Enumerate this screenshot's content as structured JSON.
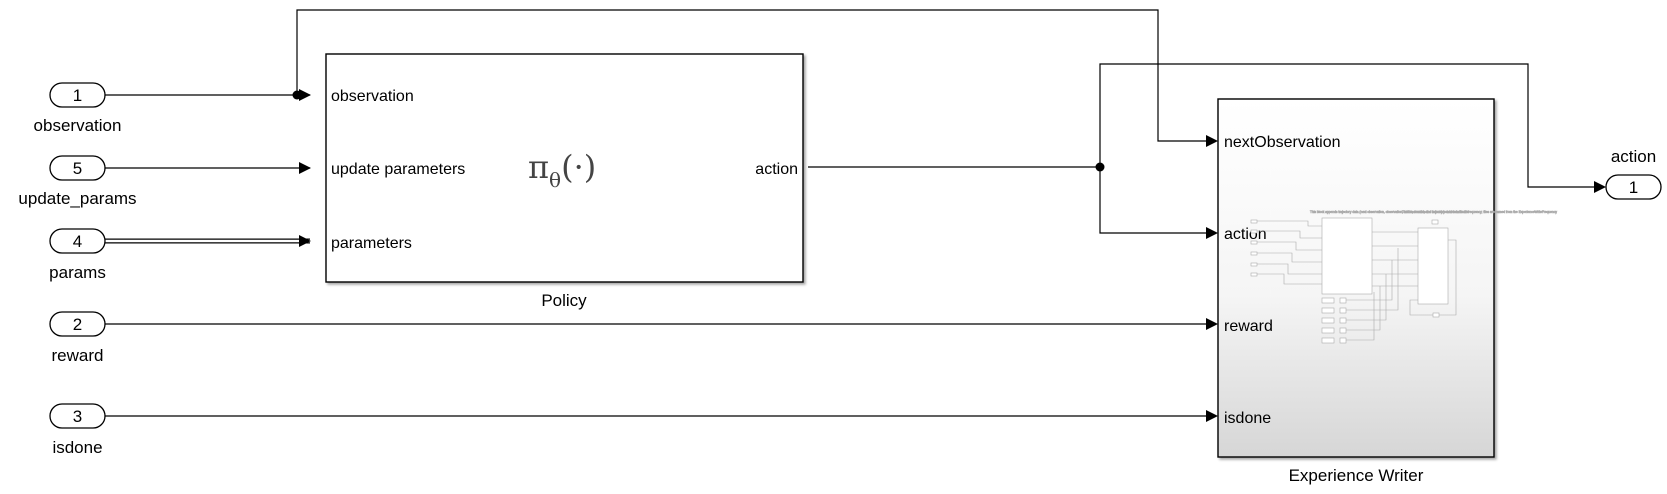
{
  "inports": [
    {
      "number": "1",
      "label": "observation"
    },
    {
      "number": "5",
      "label": "update_params"
    },
    {
      "number": "4",
      "label": "params"
    },
    {
      "number": "2",
      "label": "reward"
    },
    {
      "number": "3",
      "label": "isdone"
    }
  ],
  "outport": {
    "number": "1",
    "label": "action"
  },
  "policy": {
    "name": "Policy",
    "symbol": "π",
    "symbol_sub": "θ",
    "symbol_arg": "(·)",
    "inputs": [
      "observation",
      "update parameters",
      "parameters"
    ],
    "output": "action"
  },
  "experience_writer": {
    "name": "Experience Writer",
    "inputs": [
      "nextObservation",
      "action",
      "reward",
      "isdone"
    ],
    "preview_note_left": "This block appends trajectory data (next observation, observation, action, reward, and isdone) to a circular buffer",
    "preview_note_right": "This block writes the trajectory data to a file at frequency; files are named from the ExperienceWriteFrequency"
  }
}
